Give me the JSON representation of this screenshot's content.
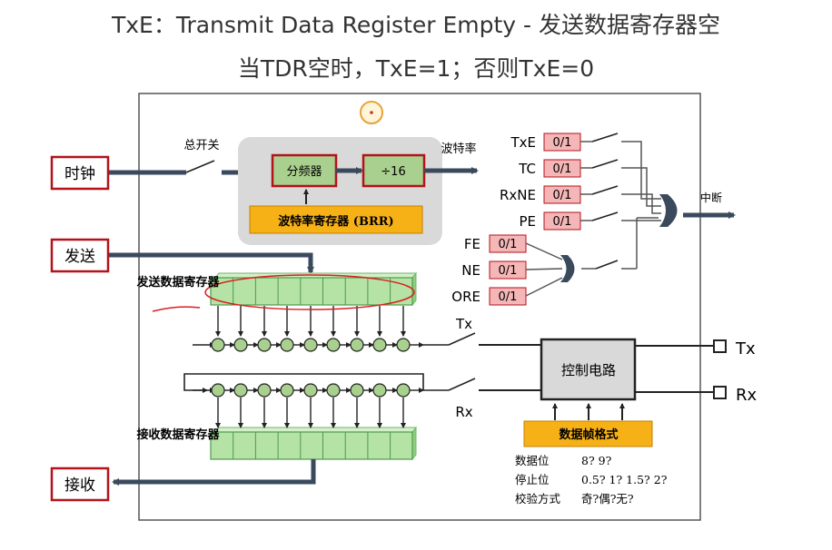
{
  "title_line1": "TxE：Transmit Data Register Empty - 发送数据寄存器空",
  "title_line2": "当TDR空时，TxE=1；否则TxE=0",
  "inputs": {
    "clock": "时钟",
    "send": "发送",
    "receive": "接收"
  },
  "labels": {
    "main_switch": "总开关",
    "prescaler": "分频器",
    "div16": "÷16",
    "baud_out": "波特率",
    "brr": "波特率寄存器 (BRR)",
    "interrupt": "中断",
    "tx_reg": "发送数据寄存器",
    "rx_reg": "接收数据寄存器",
    "tx_pin_switch": "Tx",
    "rx_pin_switch": "Rx",
    "control": "控制电路",
    "frame_format": "数据帧格式",
    "pin_tx": "Tx",
    "pin_rx": "Rx"
  },
  "flags_top": [
    {
      "name": "TxE",
      "value": "0/1"
    },
    {
      "name": "TC",
      "value": "0/1"
    },
    {
      "name": "RxNE",
      "value": "0/1"
    },
    {
      "name": "PE",
      "value": "0/1"
    }
  ],
  "flags_bottom": [
    {
      "name": "FE",
      "value": "0/1"
    },
    {
      "name": "NE",
      "value": "0/1"
    },
    {
      "name": "ORE",
      "value": "0/1"
    }
  ],
  "frame_rows": [
    {
      "key": "数据位",
      "value": "8? 9?"
    },
    {
      "key": "停止位",
      "value": "0.5? 1? 1.5? 2?"
    },
    {
      "key": "校验方式",
      "value": "奇?偶?无?"
    }
  ],
  "colors": {
    "red_border": "#b3121a",
    "green_fill": "#a9d08e",
    "green_reg": "#b5e3a5",
    "orange": "#f6b117",
    "gray_box": "#d9d9d9",
    "pink": "#f4b6b6",
    "arrow": "#3a4a5c"
  }
}
